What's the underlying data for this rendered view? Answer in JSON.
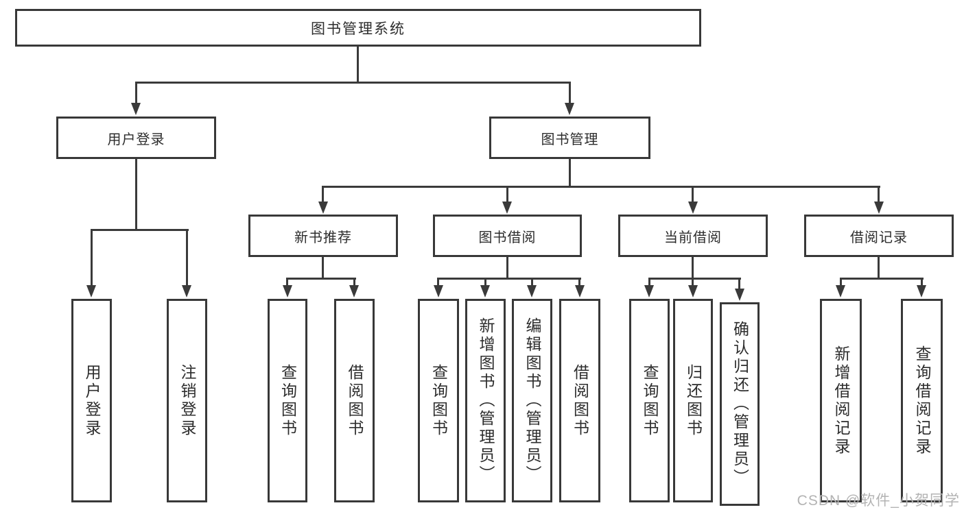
{
  "diagram": {
    "title": "图书管理系统",
    "root": "图书管理系统",
    "level2": [
      "用户登录",
      "图书管理"
    ],
    "level3": [
      "新书推荐",
      "图书借阅",
      "当前借阅",
      "借阅记录"
    ],
    "leaves": {
      "login": [
        "用户登录",
        "注销登录"
      ],
      "recommend": [
        "查询图书",
        "借阅图书"
      ],
      "borrow": [
        "查询图书",
        "新增图书（管理员）",
        "编辑图书（管理员）",
        "借阅图书"
      ],
      "current": [
        "查询图书",
        "归还图书",
        "确认归还（管理员）"
      ],
      "records": [
        "新增借阅记录",
        "查询借阅记录"
      ]
    }
  },
  "watermark": {
    "text": "CSDN @软件_小贺同学"
  },
  "colors": {
    "line_color": "#3a3a3a",
    "box_border_color": "#383838",
    "box_background": "#ffffff",
    "text_color": "#2d2d2d",
    "watermark_color": "#b3b3b3",
    "page_background": "#ffffff"
  }
}
